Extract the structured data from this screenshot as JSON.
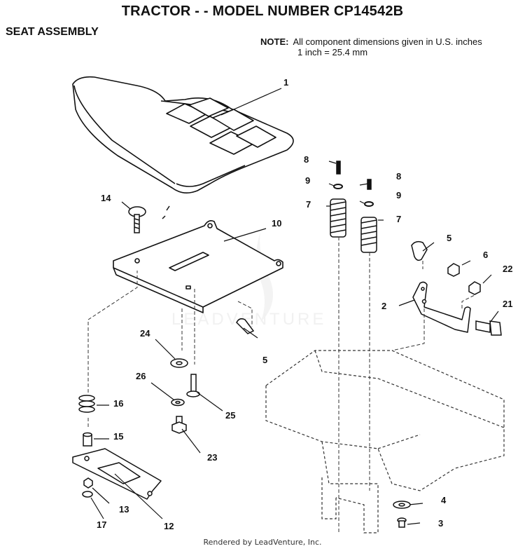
{
  "header": {
    "title": "TRACTOR - - MODEL NUMBER CP14542B",
    "section": "SEAT ASSEMBLY"
  },
  "note": {
    "label": "NOTE:",
    "line1": "All component dimensions given in U.S. inches",
    "line2": "1 inch = 25.4 mm"
  },
  "watermark": "LEADVENTURE",
  "footer": "Rendered by LeadVenture, Inc.",
  "callouts": [
    "1",
    "2",
    "3",
    "4",
    "5",
    "5",
    "6",
    "7",
    "7",
    "8",
    "8",
    "9",
    "9",
    "10",
    "12",
    "13",
    "14",
    "15",
    "16",
    "17",
    "21",
    "22",
    "23",
    "24",
    "25",
    "26"
  ]
}
